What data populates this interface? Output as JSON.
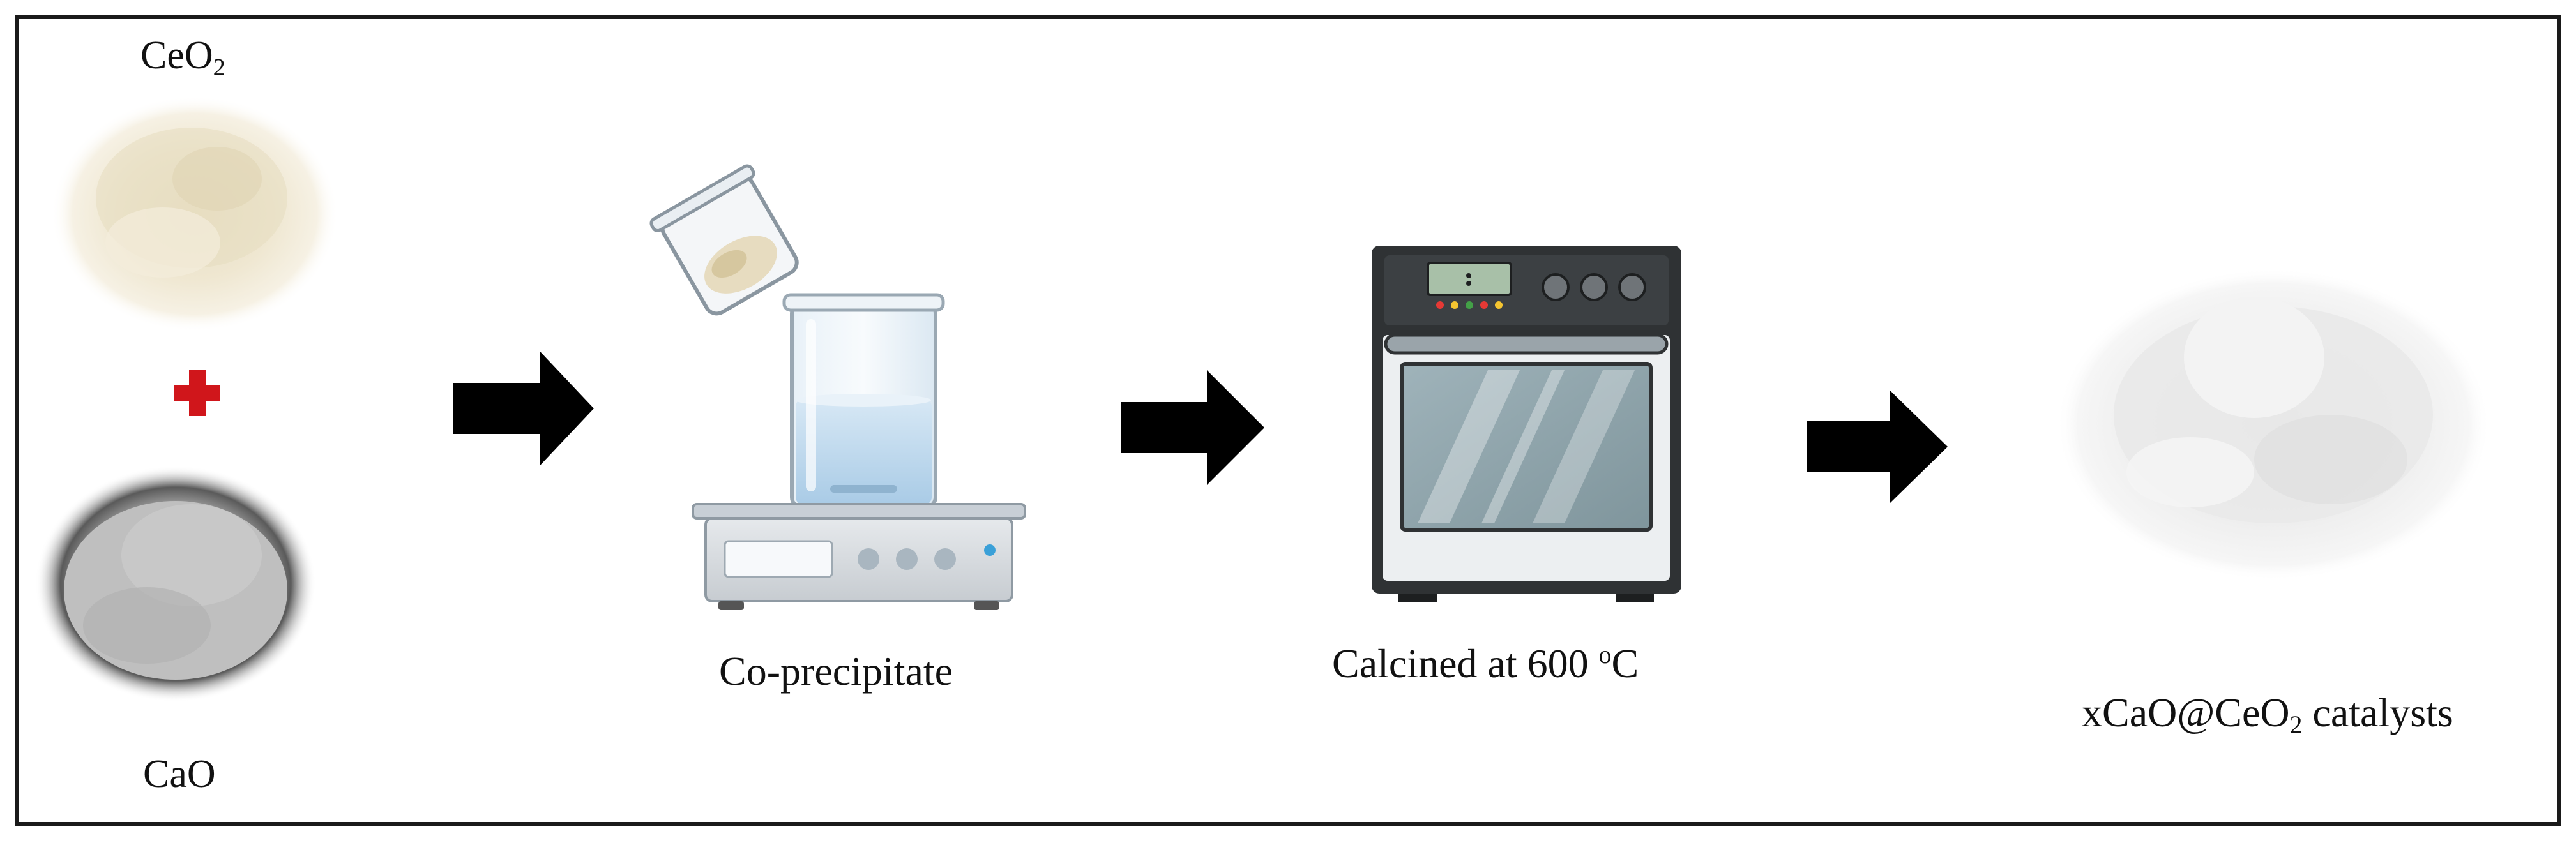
{
  "labels": {
    "ceo2": {
      "text": "CeO",
      "sub": "2"
    },
    "cao": {
      "text": "CaO"
    },
    "coprecipitate": {
      "text": "Co-precipitate"
    },
    "calcined": {
      "text": "Calcined at 600 ",
      "sup": "o",
      "after": "C"
    },
    "product": {
      "pre": "xCaO@CeO",
      "sub": "2",
      "post": " catalysts"
    }
  },
  "colors": {
    "frame": "#1a1a1a",
    "arrow": "#000000",
    "plus": "#d0161b",
    "ceo2_powder": "#efe8d2",
    "cao_powder": "#b9b9b9",
    "product_powder": "#efefef"
  },
  "icons": [
    "plus-icon",
    "arrow-right-icon",
    "beaker-icon",
    "hot-plate-stirrer-icon",
    "oven-icon"
  ]
}
